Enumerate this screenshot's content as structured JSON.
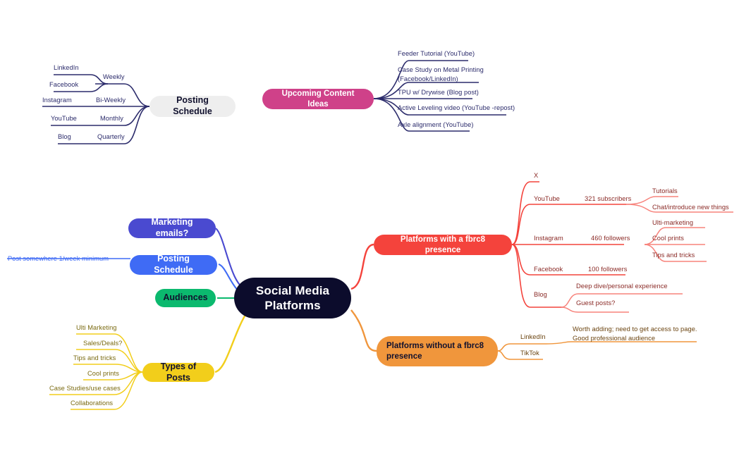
{
  "document": {
    "title": "Social Media Platforms",
    "type": "mind-map",
    "background": "#ffffff"
  },
  "colors": {
    "root": "#0c0c2c",
    "navy": "#2b2b6b",
    "gray_pill": "#eeeeee",
    "pink": "#cf4189",
    "purple": "#4a4ad0",
    "blue": "#3f6bf5",
    "green": "#0bb96e",
    "yellow": "#f2ce1b",
    "red": "#f4433c",
    "orange": "#f0963c",
    "text_dark": "#11112e",
    "text_white": "#ffffff"
  },
  "root": {
    "label": "Social Media\nPlatforms"
  },
  "islands": [
    {
      "id": "posting-schedule-island",
      "node": {
        "label": "Posting Schedule",
        "fill": "#eeeeee",
        "text": "#11112e"
      },
      "children": [
        {
          "label": "Weekly",
          "sub": [
            "LinkedIn",
            "Facebook"
          ]
        },
        {
          "label": "Bi-Weekly",
          "sub": [
            "Instagram"
          ]
        },
        {
          "label": "Monthly",
          "sub": [
            "YouTube"
          ]
        },
        {
          "label": "Quarterly",
          "sub": [
            "Blog"
          ]
        }
      ]
    },
    {
      "id": "upcoming-content-ideas-island",
      "node": {
        "label": "Upcoming Content Ideas",
        "fill": "#cf4189",
        "text": "#ffffff"
      },
      "children": [
        {
          "label": "Feeder Tutorial (YouTube)"
        },
        {
          "label": "Case Study on Metal Printing\n(Facebook/LinkedIn)"
        },
        {
          "label": "TPU w/ Drywise (Blog post)"
        },
        {
          "label": "Active Leveling video (YouTube -repost)"
        },
        {
          "label": "Axle alignment (YouTube)"
        }
      ]
    }
  ],
  "branches": {
    "left": [
      {
        "id": "marketing-emails",
        "label": "Marketing emails?",
        "fill": "#4a4ad0",
        "text": "#ffffff",
        "children": []
      },
      {
        "id": "posting-schedule",
        "label": "Posting Schedule",
        "fill": "#3f6bf5",
        "text": "#ffffff",
        "children": [
          {
            "label": "Post somewhere 1/week minimum"
          }
        ]
      },
      {
        "id": "audiences",
        "label": "Audiences",
        "fill": "#0bb96e",
        "text": "#11112e",
        "children": []
      },
      {
        "id": "types-of-posts",
        "label": "Types of Posts",
        "fill": "#f2ce1b",
        "text": "#11112e",
        "children": [
          {
            "label": "Ulti Marketing"
          },
          {
            "label": "Tips and tricks"
          },
          {
            "label": "Cool prints"
          },
          {
            "label": "Sales/Deals?"
          },
          {
            "label": "Case Studies/use cases"
          },
          {
            "label": "Collaborations"
          }
        ]
      }
    ],
    "right": [
      {
        "id": "platforms-with-presence",
        "label": "Platforms with a fbrc8 presence",
        "fill": "#f4433c",
        "text": "#ffffff",
        "children": [
          {
            "label": "X",
            "detail": "",
            "sub": []
          },
          {
            "label": "YouTube",
            "detail": "321 subscribers",
            "sub": [
              "Tutorials",
              "Chat/introduce new things"
            ]
          },
          {
            "label": "Instagram",
            "detail": "460 followers",
            "sub": [
              "Ulti-marketing",
              "Cool prints",
              "Tips and tricks"
            ]
          },
          {
            "label": "Facebook",
            "detail": "100 followers",
            "sub": []
          },
          {
            "label": "Blog",
            "detail": "",
            "sub": [
              "Deep dive/personal experience",
              "Guest posts?"
            ]
          }
        ]
      },
      {
        "id": "platforms-without-presence",
        "label": "Platforms without a fbrc8\npresence",
        "fill": "#f0963c",
        "text": "#11112e",
        "children": [
          {
            "label": "LinkedIn",
            "detail": "Worth adding; need to get access to page.\nGood professional audience",
            "sub": []
          },
          {
            "label": "TikTok",
            "detail": "",
            "sub": []
          }
        ]
      }
    ]
  }
}
